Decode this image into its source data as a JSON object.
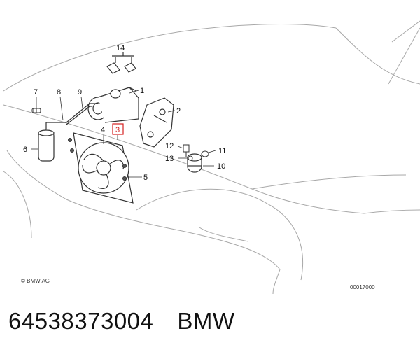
{
  "callouts": {
    "c1": "1",
    "c2": "2",
    "c3": "3",
    "c4": "4",
    "c5": "5",
    "c6": "6",
    "c7": "7",
    "c8": "8",
    "c9": "9",
    "c10": "10",
    "c11": "11",
    "c12": "12",
    "c13": "13",
    "c14": "14"
  },
  "copyright": "© BMW AG",
  "diagram_code": "00017000",
  "part_number": "64538373004",
  "brand": "BMW",
  "colors": {
    "line": "#9a9a9a",
    "part": "#333333",
    "highlight": "#d42020"
  }
}
